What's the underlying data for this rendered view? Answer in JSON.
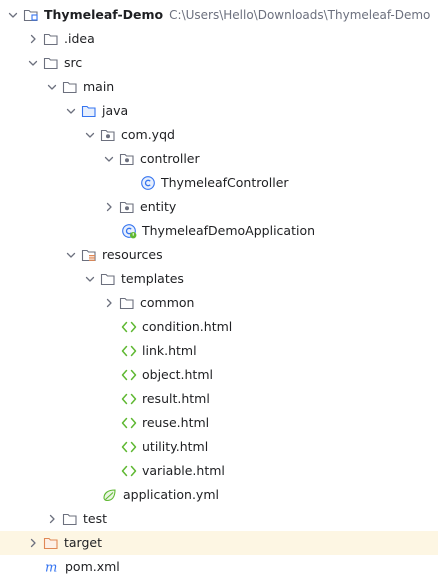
{
  "tree": {
    "root": {
      "name": "Thymeleaf-Demo",
      "path": "C:\\Users\\Hello\\Downloads\\Thymeleaf-Demo"
    },
    "idea": "idea",
    "src": "src",
    "main": "main",
    "java": "java",
    "package": "com.yqd",
    "controller": "controller",
    "controller_class": "ThymeleafController",
    "entity": "entity",
    "app_class": "ThymeleafDemoApplication",
    "resources": "resources",
    "templates": "templates",
    "common": "common",
    "files": {
      "condition": "condition.html",
      "link": "link.html",
      "object": "object.html",
      "result": "result.html",
      "reuse": "reuse.html",
      "utility": "utility.html",
      "variable": "variable.html"
    },
    "app_yml": "application.yml",
    "test": "test",
    "target": "target",
    "pom": "pom.xml"
  },
  "icons": {
    "folder": "folder-icon",
    "source-folder": "source-root-icon",
    "resources-folder": "resources-root-icon",
    "package": "package-icon",
    "class": "class-icon",
    "spring-boot-app": "spring-boot-class-icon",
    "html": "html-file-icon",
    "yaml": "yaml-file-icon",
    "maven": "maven-pom-icon",
    "excluded-folder": "excluded-folder-icon",
    "module": "module-icon"
  },
  "colors": {
    "text": "#1e1f22",
    "path_gray": "#6c707e",
    "highlight_row": "#fdf6e3",
    "source_blue": "#3574f0",
    "html_green": "#5fb832",
    "excluded_orange": "#e08855",
    "maven_blue": "#3574f0"
  }
}
